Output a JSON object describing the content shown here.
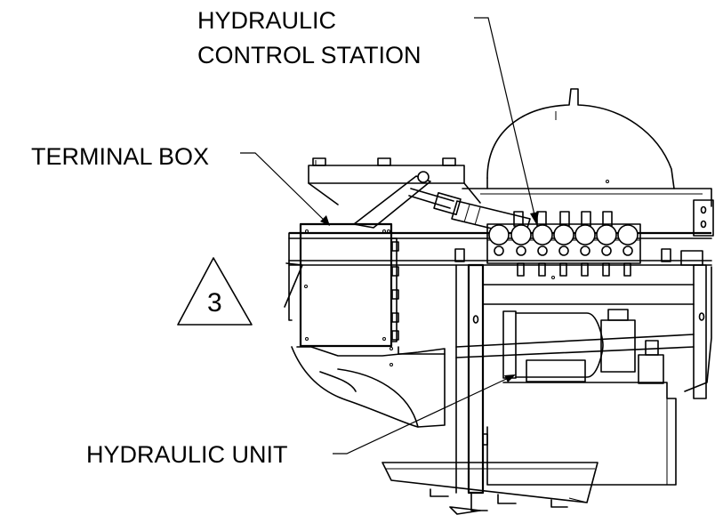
{
  "diagram": {
    "labels": {
      "hydraulic_control_station_line1": "HYDRAULIC",
      "hydraulic_control_station_line2": "CONTROL STATION",
      "terminal_box": "TERMINAL BOX",
      "hydraulic_unit": "HYDRAULIC UNIT"
    },
    "step_marker": "3",
    "colors": {
      "ink": "#000000",
      "paper": "#ffffff"
    }
  }
}
